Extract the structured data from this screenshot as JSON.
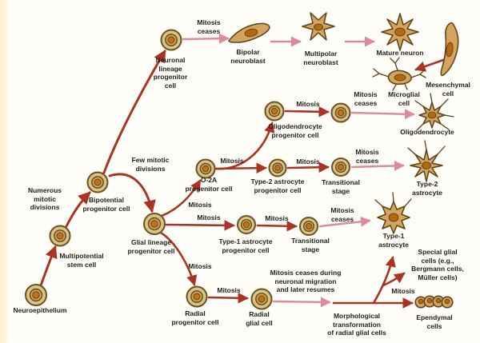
{
  "colors": {
    "background": "#fffef8",
    "edge_strip": "#fbf0c9",
    "text": "#211e18",
    "arrow_red": "#a93423",
    "arrow_pink": "#dd8a99",
    "cell_fill": "#dbc383",
    "cell_mid": "#c9a45c",
    "cell_stroke": "#6b5122",
    "nucleus": "#c07417",
    "soma_fill": "#d2a45f",
    "nucleus2": "#b06a12"
  },
  "labels": {
    "neuroepithelium": "Neuroepithelium",
    "multipotential": "Multipotential\nstem cell",
    "numerous": "Numerous\nmitotic\ndivisions",
    "bipotential": "Bipotential\nprogenitor cell",
    "glial_lineage": "Glial lineage\nprogenitor cell",
    "neuronal_lineage": "Neuronal\nlineage\nprogenitor\ncell",
    "mitosis_ceases_top": "Mitosis\nceases",
    "bipolar": "Bipolar\nneuroblast",
    "multipolar": "Multipolar\nneuroblast",
    "mature_neuron": "Mature neuron",
    "mesenchymal": "Mesenchymal\ncell",
    "microglial": "Microglial\ncell",
    "mitosis_ceases_r1": "Mitosis\nceases",
    "oligodendrocyte": "Oligodendrocyte",
    "oligo_progenitor": "Oligodendrocyte\nprogenitor cell",
    "mitosis_r1": "Mitosis",
    "few_mitotic": "Few mitotic\ndivisions",
    "o2a": "O-2A\nprogenitor cell",
    "mitosis_o2a": "Mitosis",
    "type2_progenitor": "Type-2 astrocyte\nprogenitor cell",
    "mitosis_r2": "Mitosis",
    "transitional2": "Transitional\nstage",
    "mitosis_ceases_r2": "Mitosis\nceases",
    "type2_mature": "Type-2\nastrocyte",
    "mitosis_glial_up": "Mitosis",
    "mitosis_glial_mid": "Mitosis",
    "type1_progenitor": "Type-1 astrocyte\nprogenitor cell",
    "mitosis_r3": "Mitosis",
    "transitional3": "Transitional\nstage",
    "mitosis_ceases_r3": "Mitosis\nceases",
    "type1_mature": "Type-1\nastrocyte",
    "mitosis_glial_down": "Mitosis",
    "radial_progenitor": "Radial\nprogenitor cell",
    "mitosis_radial": "Mitosis",
    "radial_glial": "Radial\nglial cell",
    "mitosis_during": "Mitosis ceases during\nneuronal migration\nand later resumes",
    "morphological": "Morphological\ntransformation\nof radial glial cells",
    "special_glial": "Special glial\ncells (e.g.,\nBergmann cells,\nMüller cells)",
    "mitosis_branch": "Mitosis",
    "ependymal": "Ependymal\ncells"
  },
  "cells": [
    {
      "name": "neuroepithelium-cell",
      "kind": "round progenitor cell"
    },
    {
      "name": "multipotential-stem-cell",
      "kind": "round progenitor cell"
    },
    {
      "name": "bipotential-progenitor-cell",
      "kind": "round progenitor cell"
    },
    {
      "name": "neuronal-lineage-progenitor-cell",
      "kind": "round progenitor cell"
    },
    {
      "name": "glial-lineage-progenitor-cell",
      "kind": "round progenitor cell"
    },
    {
      "name": "oligodendrocyte-progenitor-cell",
      "kind": "round progenitor cell"
    },
    {
      "name": "oligodendrocyte-transitional-cell",
      "kind": "round progenitor cell"
    },
    {
      "name": "o2a-progenitor-cell",
      "kind": "round progenitor cell"
    },
    {
      "name": "type2-astrocyte-progenitor-cell",
      "kind": "round progenitor cell"
    },
    {
      "name": "transitional-stage-2-cell",
      "kind": "round progenitor cell"
    },
    {
      "name": "type1-astrocyte-progenitor-cell",
      "kind": "round progenitor cell"
    },
    {
      "name": "transitional-stage-3-cell",
      "kind": "round progenitor cell"
    },
    {
      "name": "radial-progenitor-cell",
      "kind": "round progenitor cell"
    },
    {
      "name": "radial-glial-cell",
      "kind": "round progenitor cell"
    },
    {
      "name": "bipolar-neuroblast-cell",
      "kind": "spindle cell"
    },
    {
      "name": "multipolar-neuroblast-cell",
      "kind": "star cell"
    },
    {
      "name": "mature-neuron-cell",
      "kind": "star cell"
    },
    {
      "name": "mesenchymal-cell",
      "kind": "spindle cell"
    },
    {
      "name": "microglial-cell",
      "kind": "branched cell"
    },
    {
      "name": "oligodendrocyte-cell",
      "kind": "star cell"
    },
    {
      "name": "type2-astrocyte-cell",
      "kind": "star cell"
    },
    {
      "name": "type1-astrocyte-cell",
      "kind": "star cell"
    },
    {
      "name": "ependymal-cells",
      "kind": "cluster of cuboidal cells"
    }
  ]
}
